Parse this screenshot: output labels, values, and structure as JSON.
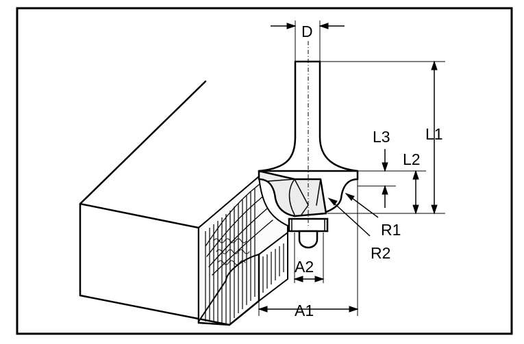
{
  "labels": {
    "D": "D",
    "L1": "L1",
    "L2": "L2",
    "L3": "L3",
    "R1": "R1",
    "R2": "R2",
    "A1": "A1",
    "A2": "A2"
  },
  "colors": {
    "line": "#000000",
    "background": "#ffffff",
    "light_fill": "#e8e8e8"
  }
}
